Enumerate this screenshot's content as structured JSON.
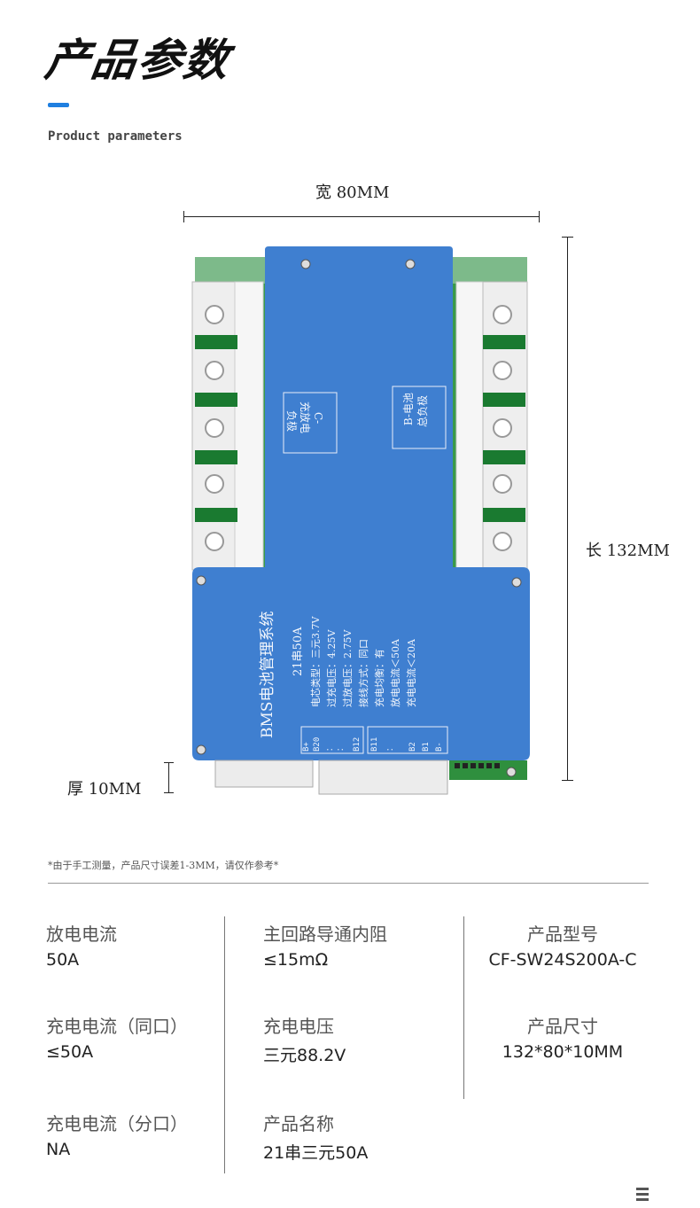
{
  "header": {
    "title": "产品参数",
    "subtitle": "Product parameters"
  },
  "dimensions": {
    "width": "宽 80MM",
    "length": "长 132MM",
    "thickness": "厚 10MM"
  },
  "board": {
    "label_c": [
      "C-",
      "充放电",
      "负极"
    ],
    "label_b": [
      "B-电池",
      "总负极"
    ],
    "bms_title": "BMS电池管理系统",
    "bms_model": "21串50A",
    "bms_specs": [
      "电芯类型：三元3.7V",
      "过充电压：4.25V",
      "过放电压：2.75V",
      "接线方式：同口",
      "充电均衡：有",
      "放电电流＜50A",
      "充电电流＜20A"
    ],
    "pins_left": [
      "B+",
      "B20",
      "：",
      "：",
      "B12"
    ],
    "pins_right": [
      "B11",
      "：",
      "B2",
      "B1",
      "B-"
    ],
    "colors": {
      "plate": "#3f7fd0",
      "pcb": "#2e8b3a"
    }
  },
  "note": "*由于手工测量，产品尺寸误差1-3MM，请仅作参考*",
  "specs": [
    {
      "label": "放电电流",
      "value": "50A"
    },
    {
      "label": "主回路导通内阻",
      "value": "≤15mΩ"
    },
    {
      "label": "产品型号",
      "value": "CF-SW24S200A-C"
    },
    {
      "label": "充电电流（同口）",
      "value": "≤50A"
    },
    {
      "label": "充电电压",
      "value": "三元88.2V"
    },
    {
      "label": "产品尺寸",
      "value": "132*80*10MM"
    },
    {
      "label": "充电电流（分口）",
      "value": "NA"
    },
    {
      "label": "产品名称",
      "value": "21串三元50A"
    }
  ]
}
